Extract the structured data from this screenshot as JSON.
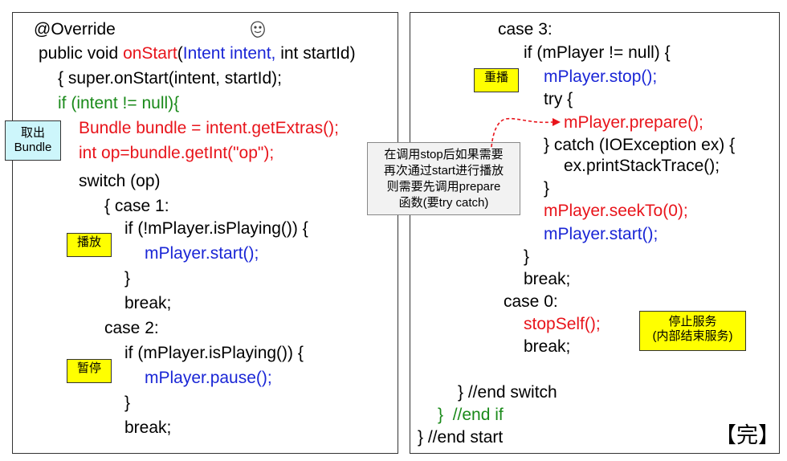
{
  "left": {
    "lines": [
      [
        {
          "t": "@Override",
          "c": "blk"
        }
      ],
      [
        {
          "t": "public void ",
          "c": "blk"
        },
        {
          "t": "onStart",
          "c": "red"
        },
        {
          "t": "(",
          "c": "blk"
        },
        {
          "t": "Intent intent,",
          "c": "blue"
        },
        {
          "t": " int startId)",
          "c": "blk"
        }
      ],
      [
        {
          "t": "{ super.onStart(intent, startId);",
          "c": "blk"
        }
      ],
      [
        {
          "t": "if (intent != null){",
          "c": "green"
        }
      ],
      [
        {
          "t": "Bundle bundle = intent.getExtras();",
          "c": "red"
        }
      ],
      [
        {
          "t": "int op=bundle.getInt(\"op\");",
          "c": "red"
        }
      ],
      [
        {
          "t": "switch (op)",
          "c": "blk"
        }
      ],
      [
        {
          "t": "{ case 1:",
          "c": "blk"
        }
      ],
      [
        {
          "t": "if (!mPlayer.isPlaying()) {",
          "c": "blk"
        }
      ],
      [
        {
          "t": "mPlayer.start();",
          "c": "blue"
        }
      ],
      [
        {
          "t": "}",
          "c": "blk"
        }
      ],
      [
        {
          "t": "break;",
          "c": "blk"
        }
      ],
      [
        {
          "t": "case 2:",
          "c": "blk"
        }
      ],
      [
        {
          "t": "if (mPlayer.isPlaying()) {",
          "c": "blk"
        }
      ],
      [
        {
          "t": "mPlayer.pause();",
          "c": "blue"
        }
      ],
      [
        {
          "t": "}",
          "c": "blk"
        }
      ],
      [
        {
          "t": "break;",
          "c": "blk"
        }
      ]
    ],
    "notes": {
      "bundle": "取出\nBundle",
      "play": "播放",
      "pause": "暂停"
    }
  },
  "right": {
    "lines": [
      [
        {
          "t": "case 3:",
          "c": "blk"
        }
      ],
      [
        {
          "t": "if (mPlayer != null) {",
          "c": "blk"
        }
      ],
      [
        {
          "t": "mPlayer.stop();",
          "c": "blue"
        }
      ],
      [
        {
          "t": "try {",
          "c": "blk"
        }
      ],
      [
        {
          "t": "mPlayer.prepare();",
          "c": "red"
        }
      ],
      [
        {
          "t": "} catch (IOException ex) {",
          "c": "blk"
        }
      ],
      [
        {
          "t": "ex.printStackTrace();",
          "c": "blk"
        }
      ],
      [
        {
          "t": "}",
          "c": "blk"
        }
      ],
      [
        {
          "t": "mPlayer.seekTo(0);",
          "c": "red"
        }
      ],
      [
        {
          "t": "mPlayer.start();",
          "c": "blue"
        }
      ],
      [
        {
          "t": "}",
          "c": "blk"
        }
      ],
      [
        {
          "t": "break;",
          "c": "blk"
        }
      ],
      [
        {
          "t": "case 0:",
          "c": "blk"
        }
      ],
      [
        {
          "t": "stopSelf();",
          "c": "red"
        }
      ],
      [
        {
          "t": "break;",
          "c": "blk"
        }
      ],
      [
        {
          "t": "} //end switch",
          "c": "blk"
        }
      ],
      [
        {
          "t": "}  ",
          "c": "green"
        },
        {
          "t": "//end if",
          "c": "green"
        }
      ],
      [
        {
          "t": "} //end start",
          "c": "blk"
        }
      ]
    ],
    "notes": {
      "replay": "重播",
      "stop_service": "停止服务\n(内部结束服务)",
      "done": "【完】"
    }
  },
  "callout": "在调用stop后如果需要\n再次通过start进行播放\n则需要先调用prepare\n函数(要try catch)"
}
